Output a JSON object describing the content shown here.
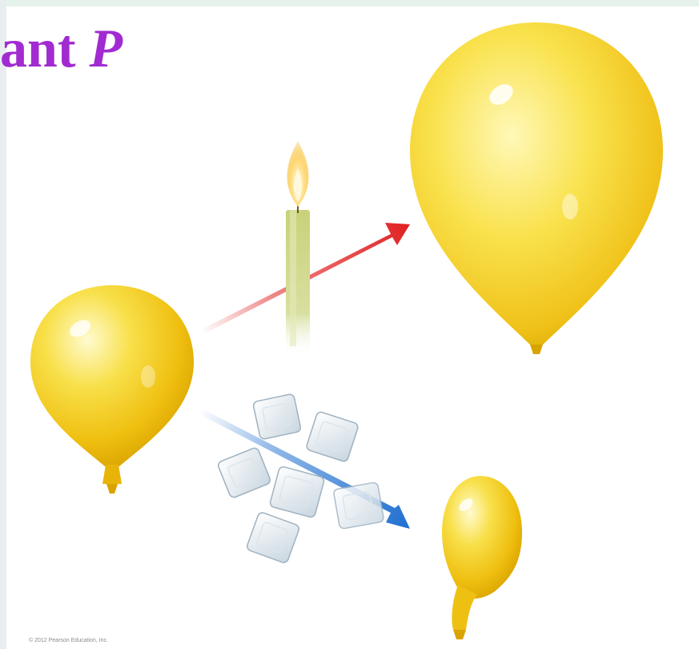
{
  "slide": {
    "title_prefix": "ant",
    "title_variable": "P",
    "credit": "© 2012 Pearson Education, Inc."
  },
  "colors": {
    "title": "#a12bd1",
    "balloon": "#f2c20f",
    "heat_arrow": "#e02121",
    "cold_arrow": "#1f6fd0",
    "candle": "#c9d27a"
  },
  "icons": [
    "candle-icon",
    "ice-cube-icon",
    "balloon-icon",
    "arrow-icon"
  ]
}
